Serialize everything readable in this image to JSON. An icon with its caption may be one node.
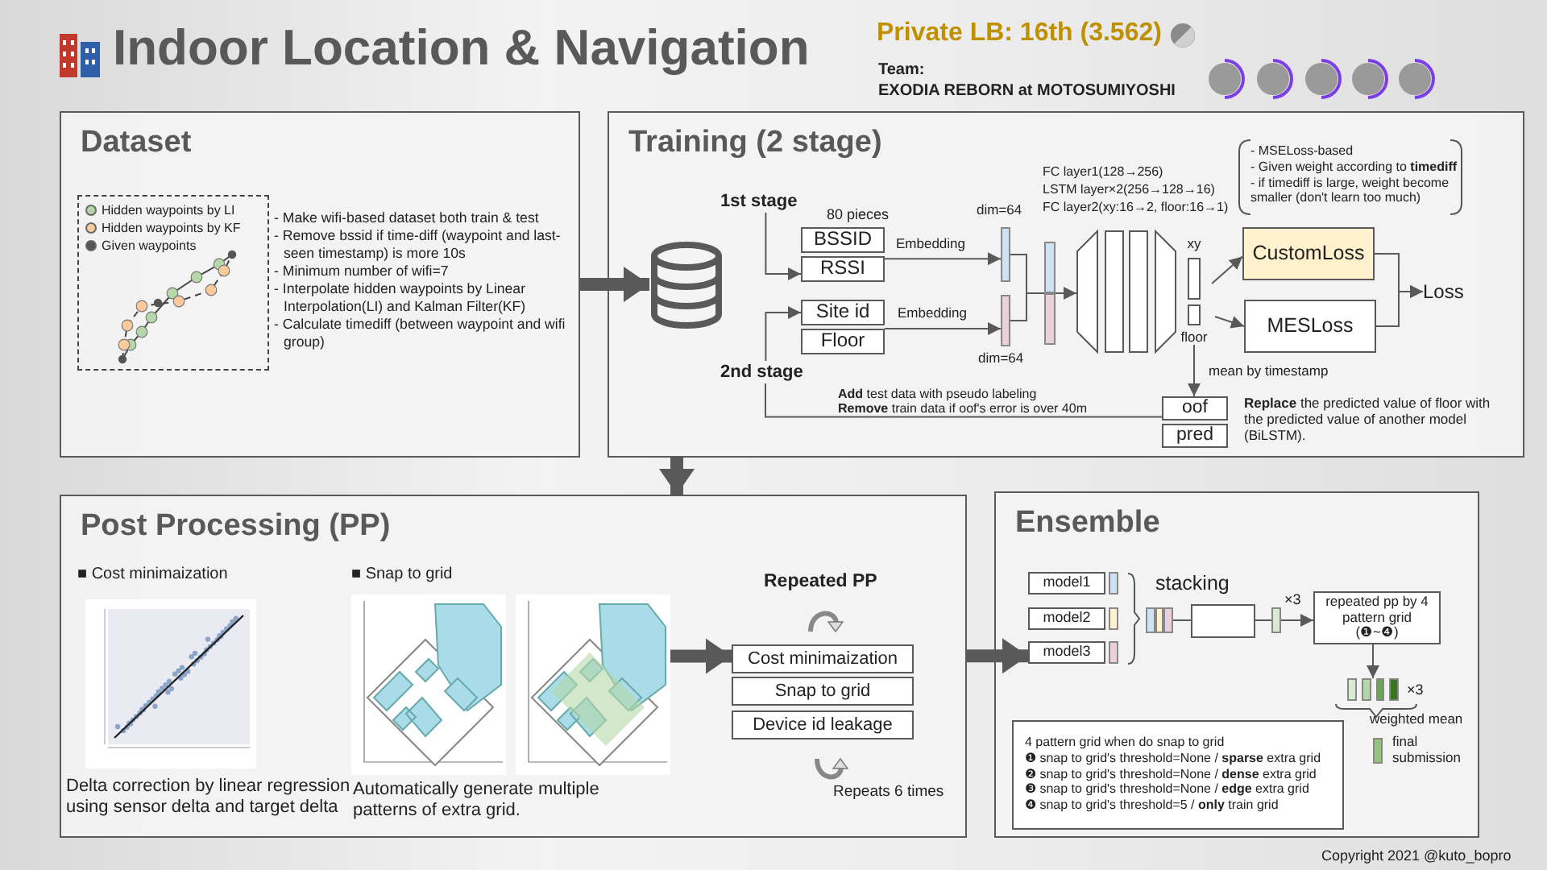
{
  "diagram": {
    "title": "Indoor Location & Navigation",
    "nodes": [
      {
        "text": [
          "Dataset",
          "- Make wifi-based dataset both train & test",
          "- Remove bssid if time-diff (waypoint and last-seen timestamp) is more 10s",
          "- Minimum number of wifi=7",
          "- Interpolate hidden waypoints by Linear Interpolation(LI) and Kalman Filter(KF)",
          "- Calculate timediff (between waypoint and wifi group)"
        ]
      },
      {
        "text": [
          "Training (2 stage)"
        ]
      },
      {
        "text": [],
        "shape": "cylinder",
        "in": 1
      },
      {
        "text": [
          "1st stage"
        ],
        "in": 1
      },
      {
        "text": [
          "2nd stage"
        ],
        "in": 1
      },
      {
        "text": [
          "BSSID"
        ],
        "in": 1,
        "beside": [
          "80 pieces"
        ]
      },
      {
        "text": [
          "RSSI"
        ],
        "in": 1
      },
      {
        "text": [
          "Site id"
        ],
        "in": 1
      },
      {
        "text": [
          "Floor"
        ],
        "in": 1
      },
      {
        "text": [],
        "shape": "bar",
        "in": 1,
        "beside": [
          "dim=64"
        ]
      },
      {
        "text": [],
        "shape": "bar",
        "in": 1,
        "beside": [
          "dim=64"
        ]
      },
      {
        "text": [],
        "shape": "bar",
        "in": 1
      },
      {
        "text": [],
        "shape": "picture",
        "in": 1
      },
      {
        "text": [],
        "shape": "bar",
        "in": 1,
        "beside": [
          "xy"
        ]
      },
      {
        "text": [],
        "shape": "bar",
        "in": 1,
        "beside": [
          "floor"
        ]
      },
      {
        "text": [
          "CustomLoss"
        ],
        "in": 1
      },
      {
        "text": [
          "MESLoss"
        ],
        "in": 1
      },
      {
        "text": [
          "Loss"
        ],
        "in": 1
      },
      {
        "text": [
          "oof"
        ],
        "in": 1
      },
      {
        "text": [
          "pred"
        ],
        "in": 1
      },
      {
        "text": [
          "Post Processing (PP)"
        ]
      },
      {
        "text": [],
        "shape": "picture",
        "in": 20
      },
      {
        "text": [],
        "shape": "picture",
        "in": 20
      },
      {
        "text": [],
        "shape": "picture",
        "in": 20
      },
      {
        "text": [
          "Cost minimaization"
        ],
        "in": 20
      },
      {
        "text": [
          "Snap to grid"
        ],
        "in": 20
      },
      {
        "text": [
          "Device id leakage"
        ],
        "in": 20
      },
      {
        "text": [
          "Ensemble"
        ]
      },
      {
        "text": [
          "model1"
        ],
        "in": 27
      },
      {
        "text": [
          "model2"
        ],
        "in": 27
      },
      {
        "text": [
          "model3"
        ],
        "in": 27
      },
      {
        "text": [],
        "shape": "bar",
        "in": 27
      },
      {
        "text": [],
        "shape": "bar",
        "in": 27
      },
      {
        "text": [],
        "shape": "bar",
        "in": 27
      },
      {
        "text": [],
        "shape": "bar",
        "in": 27
      },
      {
        "text": [],
        "shape": "box",
        "in": 27
      },
      {
        "text": [],
        "shape": "bar",
        "in": 27,
        "beside": [
          "×3"
        ]
      },
      {
        "text": [
          "repeated pp by 4 pattern grid (❶~❹)"
        ],
        "in": 27
      },
      {
        "text": [],
        "shape": "bar",
        "in": 27,
        "beside": [
          "×3"
        ]
      },
      {
        "text": [],
        "shape": "bar",
        "in": 27,
        "beside": [
          "final submission"
        ]
      },
      {
        "text": [
          "4 pattern grid when do snap to grid",
          "❶ snap to grid's threshold=None / **sparse** extra grid",
          "❷ snap to grid's threshold=None / **dense** extra grid",
          "❸ snap to grid's threshold=None / **edge** extra grid",
          "❹ snap to grid's threshold=5 / **only** train grid"
        ],
        "in": 27
      }
    ],
    "edges": [
      {
        "from": 0,
        "to": 2,
        "arrow": "to",
        "style": "thick"
      },
      {
        "from": 1,
        "to": 20,
        "arrow": "to",
        "style": "thick"
      },
      {
        "from": 3,
        "to": 6,
        "arrow": "to"
      },
      {
        "from": 4,
        "to": 7,
        "arrow": "to"
      },
      {
        "from": 6,
        "to": 9,
        "arrow": "to",
        "label": "Embedding"
      },
      {
        "from": 8,
        "to": 10,
        "arrow": "to",
        "label": "Embedding"
      },
      {
        "from": 9,
        "to": 11,
        "arrow": "none"
      },
      {
        "from": 10,
        "to": 11,
        "arrow": "none"
      },
      {
        "from": 11,
        "to": 12,
        "arrow": "to"
      },
      {
        "from": 13,
        "to": 15,
        "arrow": "to"
      },
      {
        "from": 14,
        "to": 16,
        "arrow": "to"
      },
      {
        "from": 15,
        "to": 17,
        "arrow": "to"
      },
      {
        "from": 16,
        "to": 17,
        "arrow": "to"
      },
      {
        "from": 14,
        "to": 18,
        "arrow": "to",
        "label": "mean by timestamp"
      },
      {
        "from": 18,
        "to": 4,
        "arrow": "none"
      },
      {
        "from": 23,
        "to": 24,
        "arrow": "to",
        "style": "thick"
      },
      {
        "from": 20,
        "to": 30,
        "arrow": "to",
        "style": "thick"
      },
      {
        "from": 34,
        "to": 35,
        "arrow": "none"
      },
      {
        "from": 35,
        "to": 36,
        "arrow": "none"
      },
      {
        "from": 36,
        "to": 37,
        "arrow": "to"
      },
      {
        "from": 37,
        "to": 38,
        "arrow": "to"
      }
    ],
    "labels": [
      "Private LB: 16th (3.562)",
      "Team:",
      "EXODIA REBORN at MOTOSUMIYOSHI",
      "FC layer1(128→256)",
      "LSTM layer×2(256→128→16)",
      "FC layer2(xy:16→2, floor:16→1)",
      "- MSELoss-based",
      "- Given weight according to **timediff**",
      "- if timediff is large, weight become smaller (don't learn too much)",
      "**Add** test data with pseudo labeling",
      "**Remove** train data if oof's error is over 40m",
      "**Replace** the predicted value of floor with the predicted value of another model (BiLSTM).",
      "■ Cost minimaization",
      "■ Snap to grid",
      "Repeated PP",
      "Delta correction by linear regression using sensor delta and target delta",
      "Automatically generate multiple patterns of extra grid.",
      "Repeats 6 times",
      "stacking",
      "weighted mean",
      "Copyright 2021 @kuto_bopro"
    ],
    "legend": [
      {
        "text": "Hidden waypoints by LI",
        "color": "#b6d7a8"
      },
      {
        "text": "Hidden waypoints by KF",
        "color": "#f9cb9c"
      },
      {
        "text": "Given waypoints",
        "color": "#555555"
      }
    ]
  }
}
